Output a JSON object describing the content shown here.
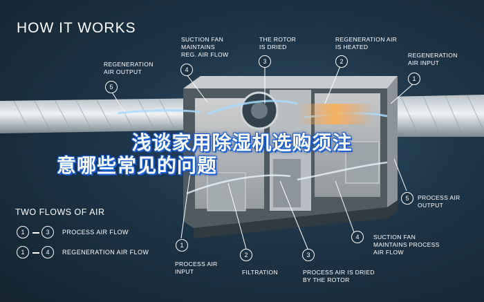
{
  "title": "HOW IT WORKS",
  "callouts": {
    "regen_output": {
      "number": "5",
      "text": "REGENERATION\nAIR OUTPUT"
    },
    "suction_regen": {
      "number": "4",
      "text": "SUCTION FAN\nMAINTAINS\nREG. AIR FLOW"
    },
    "rotor_dried": {
      "number": "3",
      "text": "THE ROTOR\nIS DRIED"
    },
    "regen_heated": {
      "number": "2",
      "text": "REGENERATION AIR\nIS HEATED"
    },
    "regen_input": {
      "number": "1",
      "text": "REGENERATION\nAIR INPUT"
    },
    "process_output": {
      "number": "5",
      "text": "PROCESS AIR\nOUTPUT"
    },
    "suction_process": {
      "number": "4",
      "text": "SUCTION FAN\nMAINTAINS PROCESS\nAIR FLOW"
    },
    "process_input": {
      "number": "1",
      "text": "PROCESS AIR\nINPUT"
    },
    "filtration": {
      "number": "2",
      "text": "FILTRATION"
    },
    "process_dried": {
      "number": "3",
      "text": "PROCESS AIR IS DRIED\nBY THE ROTOR"
    }
  },
  "legend": {
    "title": "TWO FLOWS OF AIR",
    "rows": [
      {
        "from": "1",
        "to": "3",
        "label": "PROCESS AIR FLOW"
      },
      {
        "from": "1",
        "to": "4",
        "label": "REGENERATION AIR FLOW"
      }
    ]
  },
  "overlay": {
    "line1": "浅谈家用除湿机选购须注",
    "line2": "意哪些常见的问题"
  },
  "colors": {
    "background": "#1d3447",
    "accent": "#1a5fd0",
    "airflow": "#a9dcff"
  }
}
